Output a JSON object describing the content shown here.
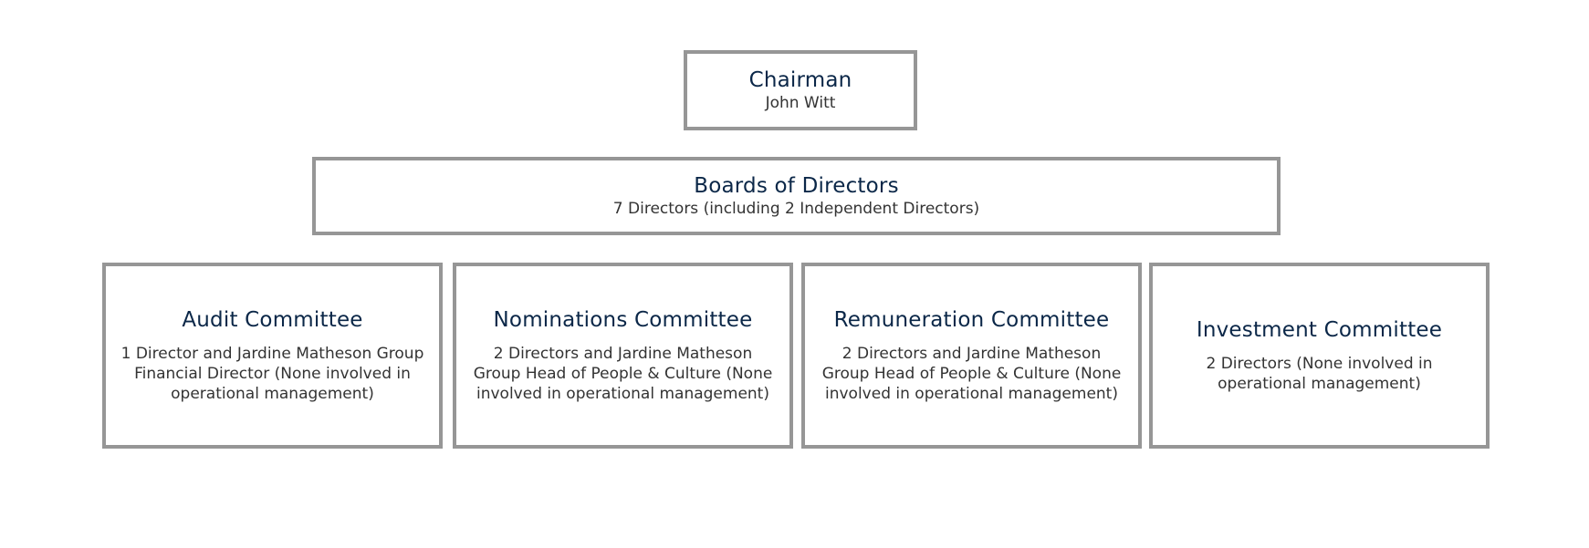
{
  "chairman": {
    "title": "Chairman",
    "name": "John Witt"
  },
  "board": {
    "title": "Boards of Directors",
    "description": "7 Directors (including 2 Independent Directors)"
  },
  "committees": [
    {
      "title": "Audit Committee",
      "description": "1 Director and Jardine Matheson Group Financial Director (None involved in operational management)"
    },
    {
      "title": "Nominations Committee",
      "description": "2 Directors and Jardine Matheson Group Head of People & Culture (None involved in operational management)"
    },
    {
      "title": "Remuneration Committee",
      "description": "2 Directors and Jardine Matheson Group Head of People & Culture (None involved in operational management)"
    },
    {
      "title": "Investment Committee",
      "description": "2 Directors (None involved in operational management)"
    }
  ],
  "colors": {
    "border": "#969696",
    "title": "#0b2748",
    "text": "#333333",
    "background": "#ffffff"
  }
}
